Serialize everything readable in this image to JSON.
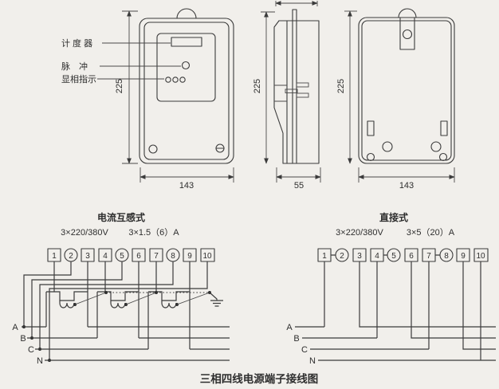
{
  "colors": {
    "background": "#f1efeb",
    "line": "#3b3b3b",
    "text": "#2e2e2e"
  },
  "views": {
    "front": {
      "labels": {
        "register": "计 度 器",
        "pulse": "脉　冲",
        "phase_indicator": "显相指示"
      },
      "dims": {
        "height": "225",
        "width": "143"
      }
    },
    "side": {
      "dims": {
        "height": "225",
        "depth": "55"
      }
    },
    "back": {
      "dims": {
        "height": "225",
        "width": "143"
      }
    }
  },
  "diagrams": {
    "ct": {
      "title": "电流互感式",
      "spec_voltage": "3×220/380V",
      "spec_current": "3×1.5（6）A",
      "terminals": [
        "1",
        "2",
        "3",
        "4",
        "5",
        "6",
        "7",
        "8",
        "9",
        "10"
      ],
      "phases": [
        "A",
        "B",
        "C",
        "N"
      ]
    },
    "direct": {
      "title": "直接式",
      "spec_voltage": "3×220/380V",
      "spec_current": "3×5（20）A",
      "terminals": [
        "1",
        "2",
        "3",
        "4",
        "5",
        "6",
        "7",
        "8",
        "9",
        "10"
      ],
      "phases": [
        "A",
        "B",
        "C",
        "N"
      ]
    }
  },
  "caption": "三相四线电源端子接线图"
}
